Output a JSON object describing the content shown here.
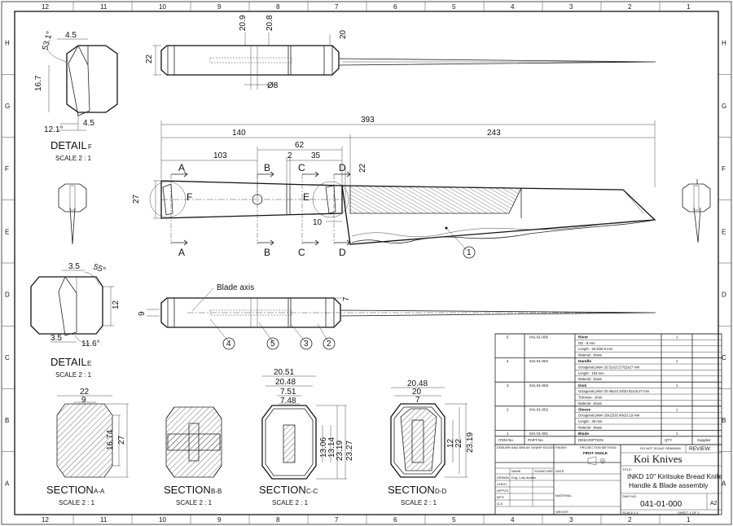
{
  "border": {
    "columns": [
      "12",
      "11",
      "10",
      "9",
      "8",
      "7",
      "6",
      "5",
      "4",
      "3",
      "2",
      "1"
    ],
    "rows": [
      "H",
      "G",
      "F",
      "E",
      "D",
      "C",
      "B",
      "A"
    ]
  },
  "dimensions": {
    "top_view": {
      "d1": "20.9",
      "d2": "20.8",
      "d3": "20",
      "d4": "22",
      "d5": "Ø8"
    },
    "front_view": {
      "overall": "393",
      "handle": "140",
      "blade": "243",
      "d103": "103",
      "d62": "62",
      "d2": "2",
      "d35": "35",
      "d27": "27",
      "d22": "22",
      "d10": "10"
    },
    "bottom_view": {
      "d7": "7",
      "d9": "9",
      "blade_axis": "Blade axis"
    }
  },
  "section_markers": {
    "a": "A",
    "b": "B",
    "c": "C",
    "d": "D",
    "e": "E",
    "f": "F"
  },
  "balloons": [
    "1",
    "2",
    "3",
    "4",
    "5"
  ],
  "detail_f": {
    "title": "DETAIL",
    "letter": "F",
    "scale": "SCALE 2 : 1",
    "a1": "53.1°",
    "d45a": "4.5",
    "d167": "16.7",
    "a2": "12.1°",
    "d45b": "4.5"
  },
  "detail_e": {
    "title": "DETAIL",
    "letter": "E",
    "scale": "SCALE 2 : 1",
    "d35": "3.5",
    "a55": "55°",
    "d12": "12",
    "d35b": "3.5",
    "a116": "11.6°"
  },
  "sections": [
    {
      "title": "SECTION",
      "letter": "A-A",
      "scale": "SCALE 2 : 1",
      "dims": [
        "22",
        "9",
        "16.74",
        "27"
      ]
    },
    {
      "title": "SECTION",
      "letter": "B-B",
      "scale": "SCALE 2 : 1",
      "dims": []
    },
    {
      "title": "SECTION",
      "letter": "C-C",
      "scale": "SCALE 2 : 1",
      "dims": [
        "20.51",
        "20.48",
        "7.51",
        "7.48",
        "13.06",
        "13.14",
        "23.19",
        "23.27"
      ]
    },
    {
      "title": "SECTION",
      "letter": "D-D",
      "scale": "SCALE 2 : 1",
      "dims": [
        "20.48",
        "20",
        "7",
        "12",
        "22",
        "23.19"
      ]
    }
  ],
  "bom": {
    "header": [
      "ITEM No.",
      "PART No.",
      "DESCRIPTION",
      "QTY",
      "Supplier"
    ],
    "items": [
      {
        "item": "5",
        "part": "041-01-005",
        "name": "Rivet",
        "qty": "1",
        "lines": [
          "OD - 8 mm",
          "Length - 20.8/20.9 mm",
          "Material - brass"
        ]
      },
      {
        "item": "4",
        "part": "041-01-004",
        "name": "Handle",
        "qty": "1",
        "lines": [
          "Octagonal prism 20.51x23.27/22x27 mm",
          "Length - 103 mm",
          "Material - brass"
        ]
      },
      {
        "item": "3",
        "part": "041-01-003",
        "name": "Disk",
        "qty": "1",
        "lines": [
          "Octagonal prism 20.48x23.19/20.51x23.27 mm",
          "Tickness - 2mm",
          "Material - brass"
        ]
      },
      {
        "item": "2",
        "part": "041-01-002",
        "name": "Sleeve",
        "qty": "1",
        "lines": [
          "Octagonal prism 20x22/20.48x23.19 mm",
          "Length - 35 mm",
          "Material - brass"
        ]
      },
      {
        "item": "1",
        "part": "041-01-001",
        "name": "Blade",
        "qty": "1",
        "lines": []
      }
    ]
  },
  "title_block": {
    "company": "Koi Knives",
    "do_not_scale": "DO NOT SCALE DRAWING",
    "review": "REVIEW:",
    "title_line1": "INKD 10\" Kiritsuke Bread Knife",
    "title_line2": "Handle & Blade assembly",
    "dwg_no": "041-01-000",
    "size": "A2",
    "scale": "SCALE:1:1",
    "sheet": "SHEET 1 OF 2",
    "finish": "FINISH:",
    "deburr": "DEBURR AND BREAK SHARP EDGES",
    "projection": "PROJECTION METHOD:",
    "first_angle": "FIRST ANGLE",
    "name": "NAME",
    "signature": "SIGNATURE",
    "date": "DATE",
    "drawn": "DRAWN",
    "drawn_by": "Eng. Luis Andrés",
    "chkd": "CHK'D",
    "apprvd": "APPV'D",
    "mfg": "MFG",
    "qa": "Q.A",
    "material": "MATERIAL:",
    "weight": "WEIGHT:",
    "title": "TITLE:",
    "dwg_label": "DWG NO."
  }
}
